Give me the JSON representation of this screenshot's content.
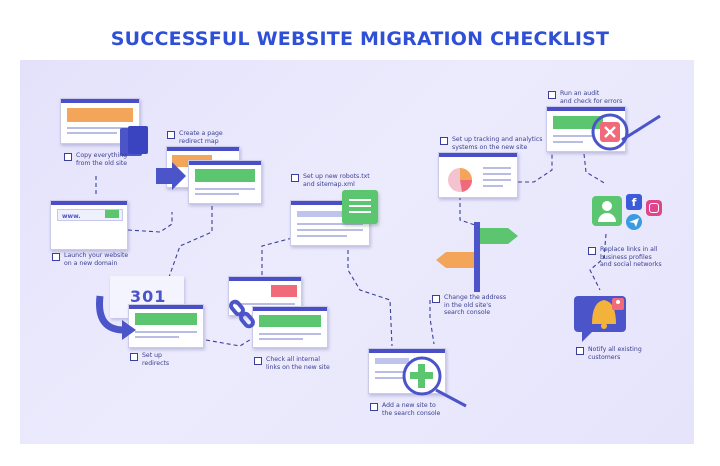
{
  "title": "SUCCESSFUL WEBSITE MIGRATION CHECKLIST",
  "steps": [
    {
      "text": "Copy everything\nfrom the old site"
    },
    {
      "text": "Create a page\nredirect map"
    },
    {
      "text": "Launch your website\non a new domain"
    },
    {
      "text": "Set up\nredirects"
    },
    {
      "text": "Check all internal\nlinks on the new site"
    },
    {
      "text": "Set up new robots.txt\nand sitemap.xml"
    },
    {
      "text": "Add a new site to\nthe search console"
    },
    {
      "text": "Set up tracking and analytics\nsystems on the new site"
    },
    {
      "text": "Change the address\nin the old site's\nsearch console"
    },
    {
      "text": "Run an audit\nand check for errors"
    },
    {
      "text": "Replace links in all\nbusiness profiles\nand social networks"
    },
    {
      "text": "Notify all existing\ncustomers"
    }
  ],
  "illustrations": {
    "url_bar_text": "www.",
    "redirect_code": "301"
  },
  "icons": [
    "checkbox-icon",
    "arrow-right-icon",
    "link-chain-icon",
    "magnifier-icon",
    "plus-icon",
    "signpost-icon",
    "pie-chart-icon",
    "error-x-icon",
    "user-icon",
    "facebook-icon",
    "instagram-icon",
    "telegram-icon",
    "bell-icon",
    "chat-bubble-icon"
  ],
  "colors": {
    "title": "#2f4fd6",
    "accent": "#4b4fc7",
    "green": "#5cc56f",
    "orange": "#f3a65a",
    "red": "#f06a7a",
    "background": "#e6e4fb"
  }
}
